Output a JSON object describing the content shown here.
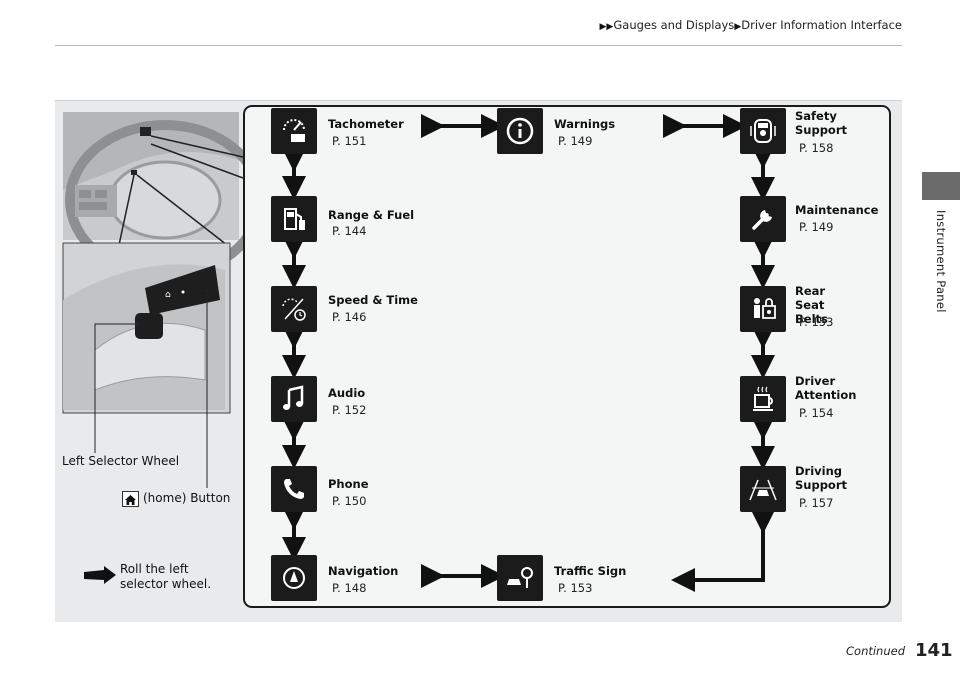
{
  "header": {
    "section": "Gauges and Displays",
    "subsection": "Driver Information Interface"
  },
  "side_tab": {
    "label": "Instrument Panel"
  },
  "callouts": {
    "left_selector": "Left Selector Wheel",
    "home_button": "(home) Button",
    "roll_instruction": "Roll the left selector wheel."
  },
  "menu": {
    "tachometer": {
      "label": "Tachometer",
      "page": "P. 151",
      "icon": "tachometer-icon"
    },
    "warnings": {
      "label": "Warnings",
      "page": "P. 149",
      "icon": "info-icon"
    },
    "safety_support": {
      "label": "Safety Support",
      "page": "P. 158",
      "icon": "car-safety-icon"
    },
    "range_fuel": {
      "label": "Range & Fuel",
      "page": "P. 144",
      "icon": "fuel-pump-icon"
    },
    "maintenance": {
      "label": "Maintenance",
      "page": "P. 149",
      "icon": "wrench-icon"
    },
    "speed_time": {
      "label": "Speed & Time",
      "page": "P. 146",
      "icon": "speed-time-icon"
    },
    "rear_seat_belts": {
      "label": "Rear Seat Belts",
      "page": "P. 153",
      "icon": "seat-belt-icon"
    },
    "audio": {
      "label": "Audio",
      "page": "P. 152",
      "icon": "music-note-icon"
    },
    "driver_attention": {
      "label": "Driver Attention",
      "page": "P. 154",
      "icon": "coffee-cup-icon"
    },
    "phone": {
      "label": "Phone",
      "page": "P. 150",
      "icon": "phone-icon"
    },
    "driving_support": {
      "label": "Driving Support",
      "page": "P. 157",
      "icon": "lane-car-icon"
    },
    "navigation": {
      "label": "Navigation",
      "page": "P. 148",
      "icon": "compass-icon"
    },
    "traffic_sign": {
      "label": "Traffic Sign",
      "page": "P. 153",
      "icon": "traffic-sign-icon"
    }
  },
  "footer": {
    "continued": "Continued",
    "page_number": "141"
  },
  "colors": {
    "tile": "#1b1b1b",
    "panel": "#e9eaeb",
    "tab": "#6b6b6b"
  }
}
